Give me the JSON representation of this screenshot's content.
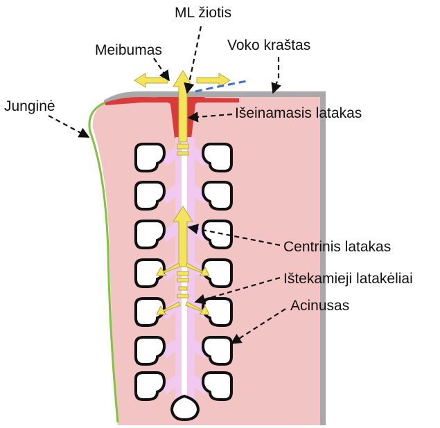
{
  "labels": {
    "ml_ziotis": "ML žiotis",
    "meibumas": "Meibumas",
    "voko_krastas": "Voko kraštas",
    "jungine": "Junginė",
    "iseinamasis_latakas": "Išeinamasis latakas",
    "centrinis_latakas": "Centrinis latakas",
    "istekamieji_latakeliai": "Ištekamieji latakėliai",
    "acinusas": "Acinusas"
  },
  "colors": {
    "tissue": "#f2c4c4",
    "eyelid_edge": "#a9a9a9",
    "conjunctiva": "#7cc43c",
    "excretory_duct": "#d93a3a",
    "ducts": "#f0c8f0",
    "arrows": "#f4e45c",
    "meibum_line": "#3b6fd6"
  }
}
